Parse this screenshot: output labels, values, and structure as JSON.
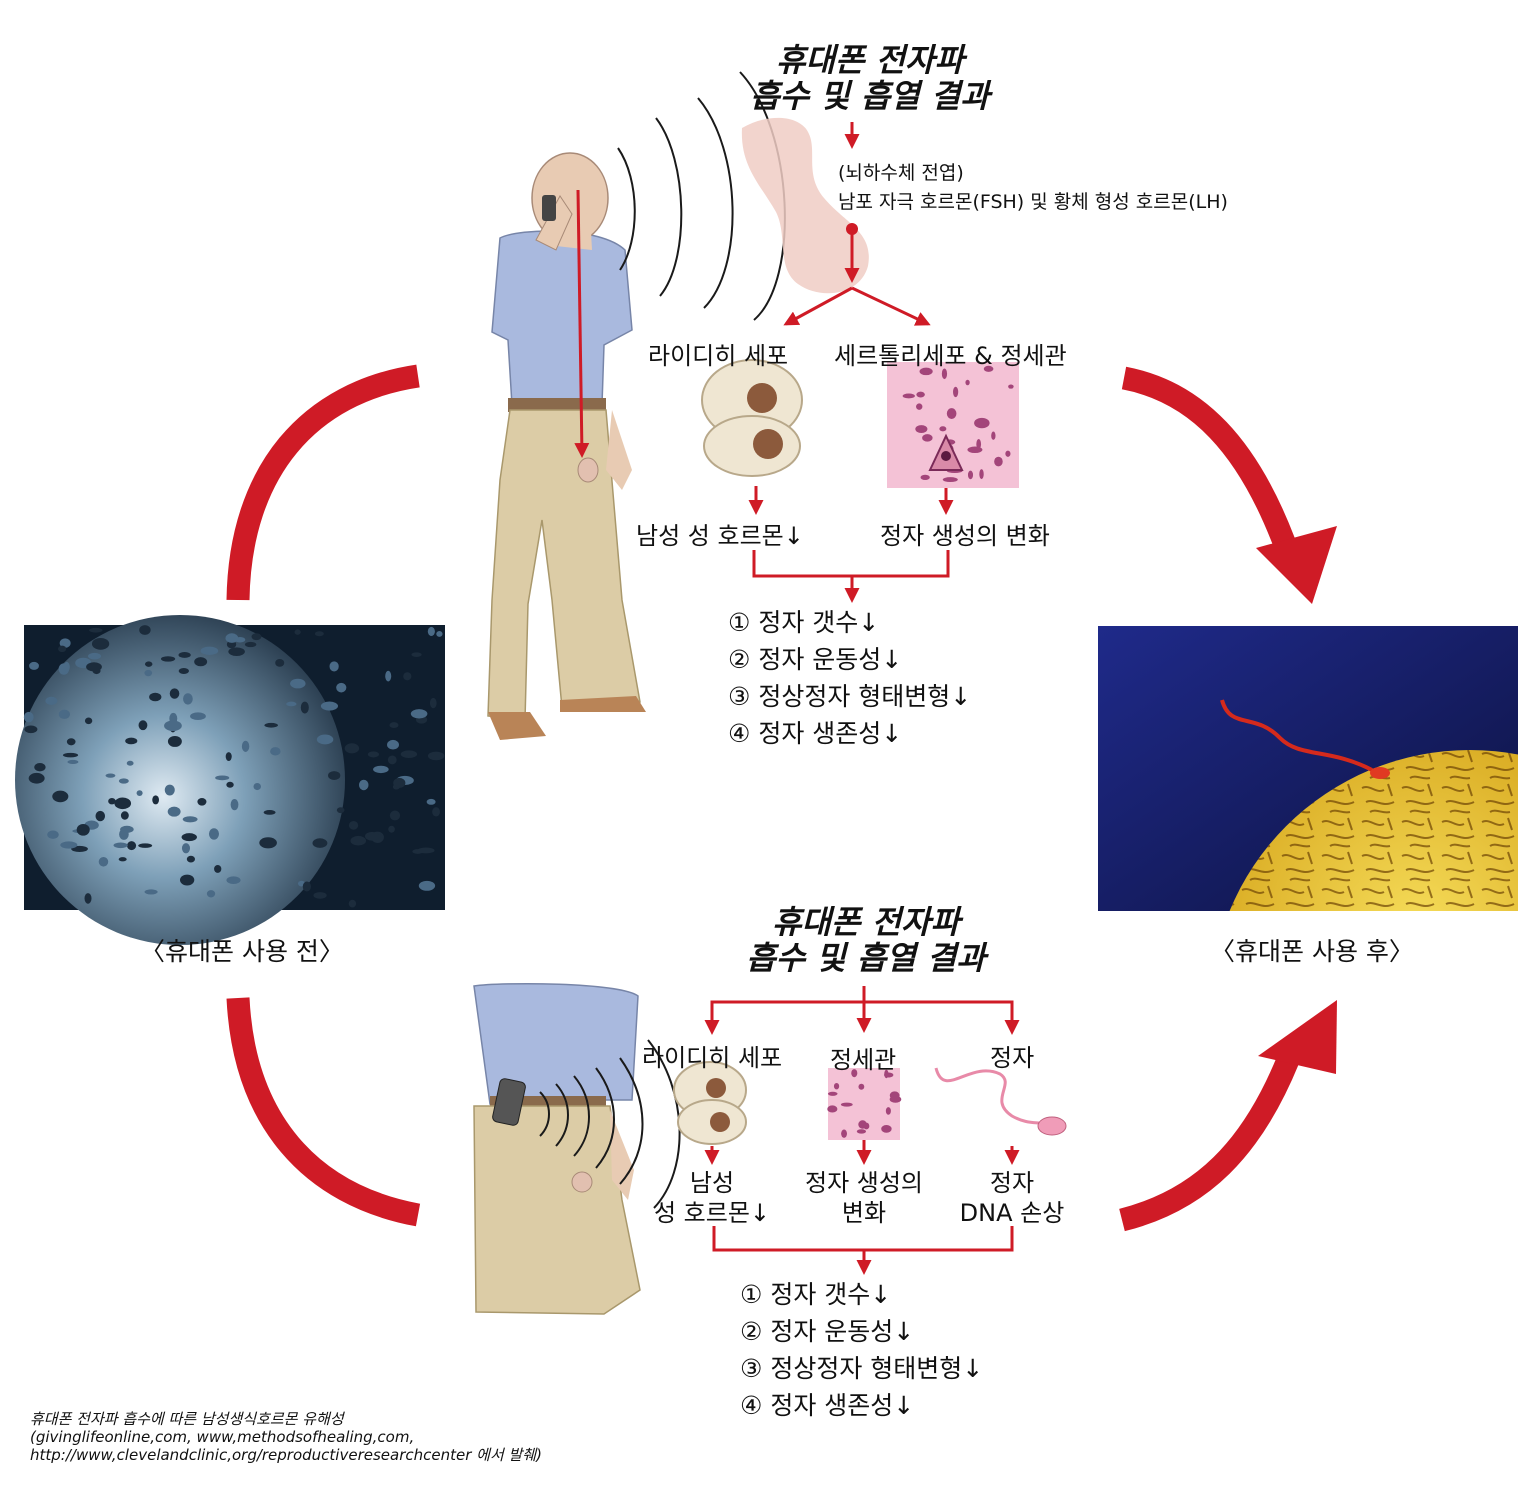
{
  "colors": {
    "arrow": "#cf1b26",
    "text": "#111111",
    "shirt": "#a9b9de",
    "pants": "#dccca6",
    "skin": "#f2d8c3"
  },
  "top": {
    "title_line1": "휴대폰 전자파",
    "title_line2": "흡수 및 흡열 결과",
    "pituitary_line1": "(뇌하수체 전엽)",
    "pituitary_line2": "남포 자극 호르몬(FSH) 및 황체 형성 호르몬(LH)",
    "leydig_label": "라이디히 세포",
    "sertoli_label": "세르톨리세포 & 정세관",
    "hormone_result": "남성 성 호르몬↓",
    "sperm_change": "정자 생성의 변화",
    "results": [
      "① 정자 갯수↓",
      "② 정자 운동성↓",
      "③ 정상정자 형태변형↓",
      "④ 정자 생존성↓"
    ]
  },
  "bottom": {
    "title_line1": "휴대폰 전자파",
    "title_line2": "흡수 및 흡열 결과",
    "leydig_label": "라이디히 세포",
    "tubule_label": "정세관",
    "sperm_label": "정자",
    "hormone_line1": "남성",
    "hormone_line2": "성 호르몬↓",
    "change_line1": "정자 생성의",
    "change_line2": "변화",
    "dna_line1": "정자",
    "dna_line2": "DNA 손상",
    "results": [
      "① 정자 갯수↓",
      "② 정자 운동성↓",
      "③ 정상정자 형태변형↓",
      "④ 정자 생존성↓"
    ]
  },
  "captions": {
    "before": "〈휴대폰 사용 전〉",
    "after": "〈휴대폰 사용 후〉"
  },
  "source": {
    "line1": "휴대폰 전자파 흡수에 따른 남성생식호르몬 유해성",
    "line2": "(givinglifeonline,com, www,methodsofhealing,com,",
    "line3": "http://www,clevelandclinic,org/reproductiveresearchcenter 에서 발췌)"
  },
  "icons": [
    "cycle-arrow-icon",
    "flow-arrow-icon",
    "radio-wave-icon",
    "mobile-phone-icon",
    "sperm-icon",
    "egg-cell-icon",
    "leydig-cell-icon",
    "seminiferous-tubule-icon",
    "pituitary-gland-icon"
  ]
}
